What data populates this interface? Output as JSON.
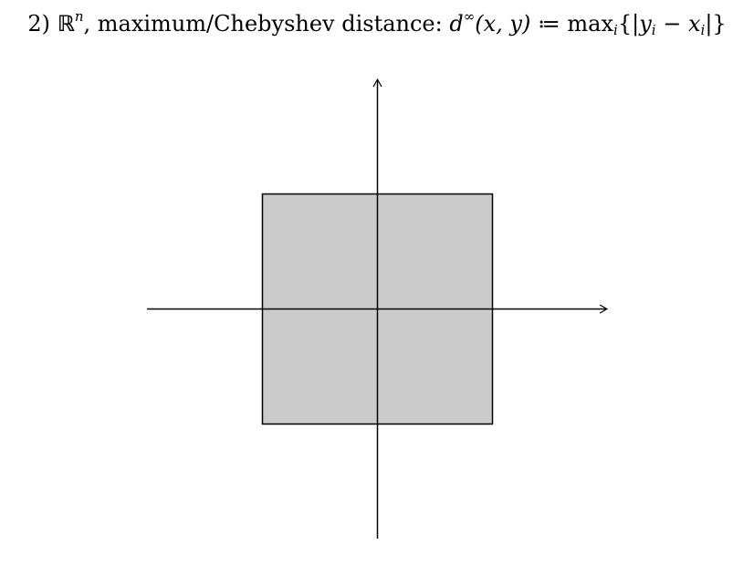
{
  "heading": {
    "number": "2)",
    "space": "ℝ",
    "space_exponent": "n",
    "separator": ",",
    "description": "maximum/Chebyshev distance:",
    "metric_symbol": "d",
    "metric_superscript": "∞",
    "metric_args": "(x, y)",
    "definition_sign": "≔",
    "operator": "max",
    "operator_subscript": "i",
    "set_open": "{|",
    "y_var": "y",
    "y_sub": "i",
    "minus": "−",
    "x_var": "x",
    "x_sub": "i",
    "set_close": "|}"
  },
  "figure": {
    "fill_color": "#cbcbcb",
    "stroke_color": "#000000",
    "shape": "square",
    "axes": [
      "horizontal-axis-arrow",
      "vertical-axis-arrow"
    ]
  }
}
